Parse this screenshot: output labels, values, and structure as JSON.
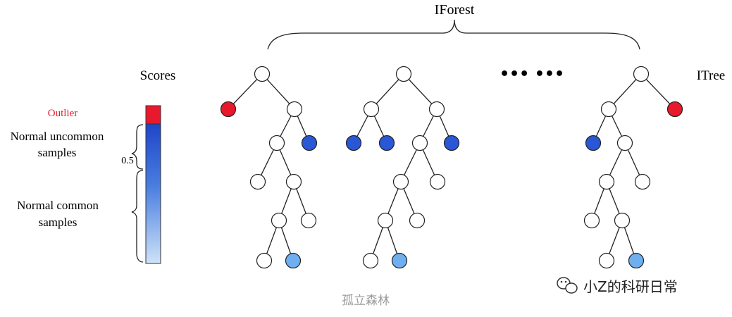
{
  "diagram": {
    "forest_label": "IForest",
    "tree_label": "ITree",
    "scores_label": "Scores",
    "outlier_label": "Outlier",
    "uncommon_label_1": "Normal uncommon",
    "uncommon_label_2": "samples",
    "common_label_1": "Normal common",
    "common_label_2": "samples",
    "threshold_label": "0.5",
    "ellipsis": "•••   •••",
    "caption": "孤立森林",
    "watermark": "小Z的科研日常"
  },
  "colors": {
    "outlier": "#e8192c",
    "normal_uncommon": "#2a57d6",
    "normal_common": "#6eb0ef",
    "inner": "#ffffff",
    "outlier_label": "#e8192c",
    "caption": "#9a9a9a"
  }
}
